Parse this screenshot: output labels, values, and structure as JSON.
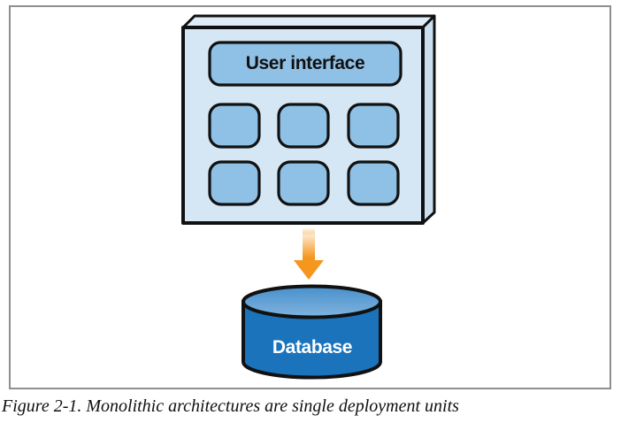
{
  "figure": {
    "caption": "Figure 2-1. Monolithic architectures are single deployment units"
  },
  "diagram": {
    "monolith": {
      "ui_label": "User interface",
      "module_count": 6
    },
    "database": {
      "label": "Database"
    },
    "arrow": {
      "direction": "down",
      "from": "monolith",
      "to": "database"
    },
    "colors": {
      "panel_face": "#d5e7f5",
      "panel_top": "#dfedf8",
      "panel_side": "#cadfef",
      "block_fill": "#8fc0e5",
      "outline": "#111111",
      "arrow_orange": "#f5961f",
      "db_body": "#1a73bb",
      "db_top_dark": "#4890cc",
      "db_top_light": "#7fb2dd",
      "frame_border": "#8f8f8f"
    }
  }
}
